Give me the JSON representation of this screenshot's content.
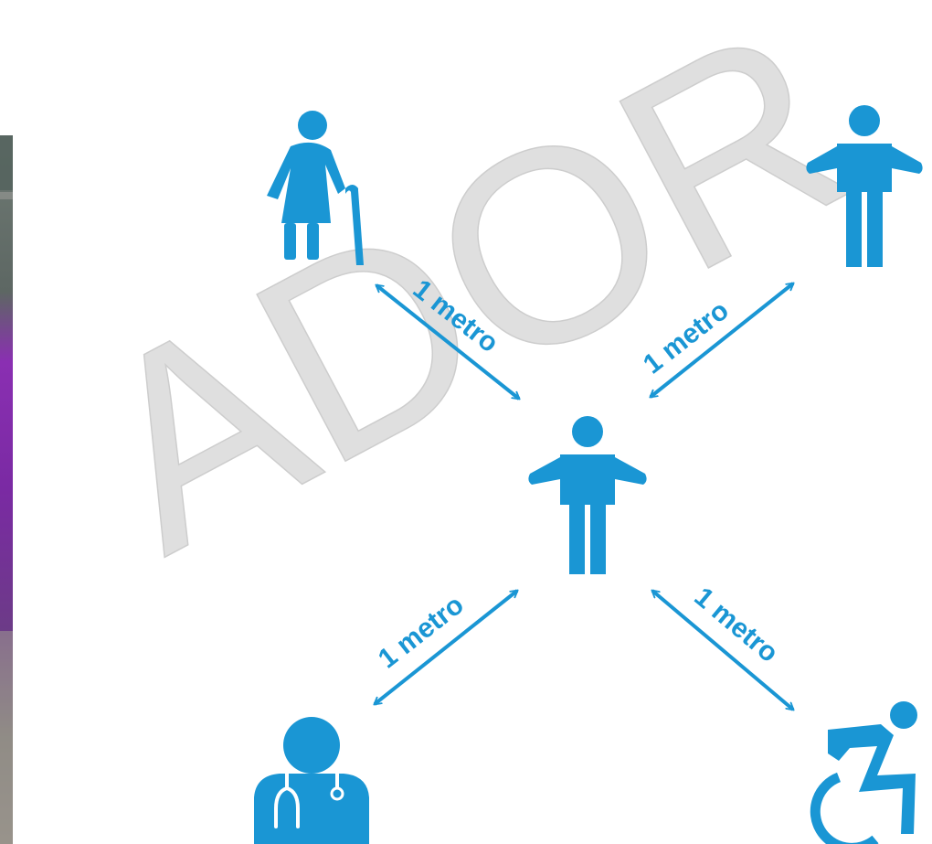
{
  "watermark": {
    "text": "ADOR"
  },
  "labels": {
    "top_left": "1 metro",
    "top_right": "1 metro",
    "bottom_left": "1 metro",
    "bottom_right": "1 metro"
  },
  "icons": {
    "center": "person-shrugging-icon",
    "top_left": "elderly-woman-with-cane-icon",
    "top_right": "person-shrugging-icon",
    "bottom_left": "doctor-with-stethoscope-icon",
    "bottom_right": "wheelchair-user-icon"
  },
  "colors": {
    "accent": "#1a96d4",
    "watermark": "#d0d0d0",
    "photo_purple": "#7a2fa8"
  }
}
